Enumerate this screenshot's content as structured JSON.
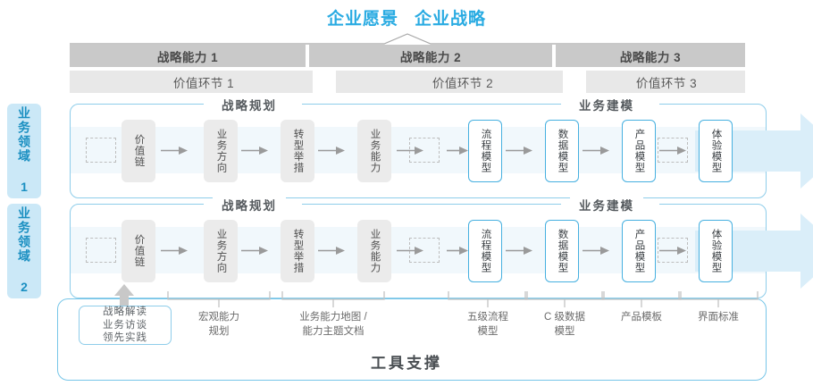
{
  "header": {
    "title_vision": "企业愿景",
    "title_strategy": "企业战略"
  },
  "capability_bars": [
    {
      "label": "战略能力 1"
    },
    {
      "label": "战略能力 2"
    },
    {
      "label": "战略能力 3"
    }
  ],
  "value_chain_bars": [
    {
      "label": "价值环节 1"
    },
    {
      "label": "价值环节 2"
    },
    {
      "label": "价值环节 3"
    }
  ],
  "domains": [
    {
      "label": "业务领域 1"
    },
    {
      "label": "业务领域 2"
    }
  ],
  "sections": {
    "strategic_planning": "战略规划",
    "business_modeling": "业务建模"
  },
  "nodes": {
    "planning": [
      {
        "label": "价值链",
        "style": "gray"
      },
      {
        "label": "业务方向",
        "style": "gray"
      },
      {
        "label": "转型举措",
        "style": "gray"
      },
      {
        "label": "业务能力",
        "style": "gray"
      }
    ],
    "modeling": [
      {
        "label": "流程模型",
        "style": "blue"
      },
      {
        "label": "数据模型",
        "style": "blue"
      },
      {
        "label": "产品模型",
        "style": "blue"
      },
      {
        "label": "体验模型",
        "style": "blue"
      }
    ]
  },
  "tool_support": {
    "title": "工具支撑",
    "source_box": "战略解读\n业务访谈\n领先实践",
    "source_box_lines": [
      "战略解读",
      "业务访谈",
      "领先实践"
    ],
    "labels": [
      {
        "line1": "宏观能力",
        "line2": "规划"
      },
      {
        "line1": "业务能力地图 /",
        "line2": "能力主题文档"
      },
      {
        "line1": "五级流程",
        "line2": "模型"
      },
      {
        "line1": "C 级数据",
        "line2": "模型"
      },
      {
        "line1": "产品模板",
        "line2": ""
      },
      {
        "line1": "界面标准",
        "line2": ""
      }
    ]
  },
  "colors": {
    "accent_blue": "#29abe2",
    "frame_blue": "#8ecdea",
    "node_blue_border": "#46b0e0",
    "capability_bar": "#c9c9c9",
    "value_chain_bar": "#e8e8e8",
    "band": "#f1f8fc",
    "domain_chip": "#cbe8f7",
    "node_gray": "#ebebeb",
    "arrow_gray": "#9a9a9a",
    "text_dark": "#4a4f53",
    "text_muted": "#6a6a6a"
  }
}
